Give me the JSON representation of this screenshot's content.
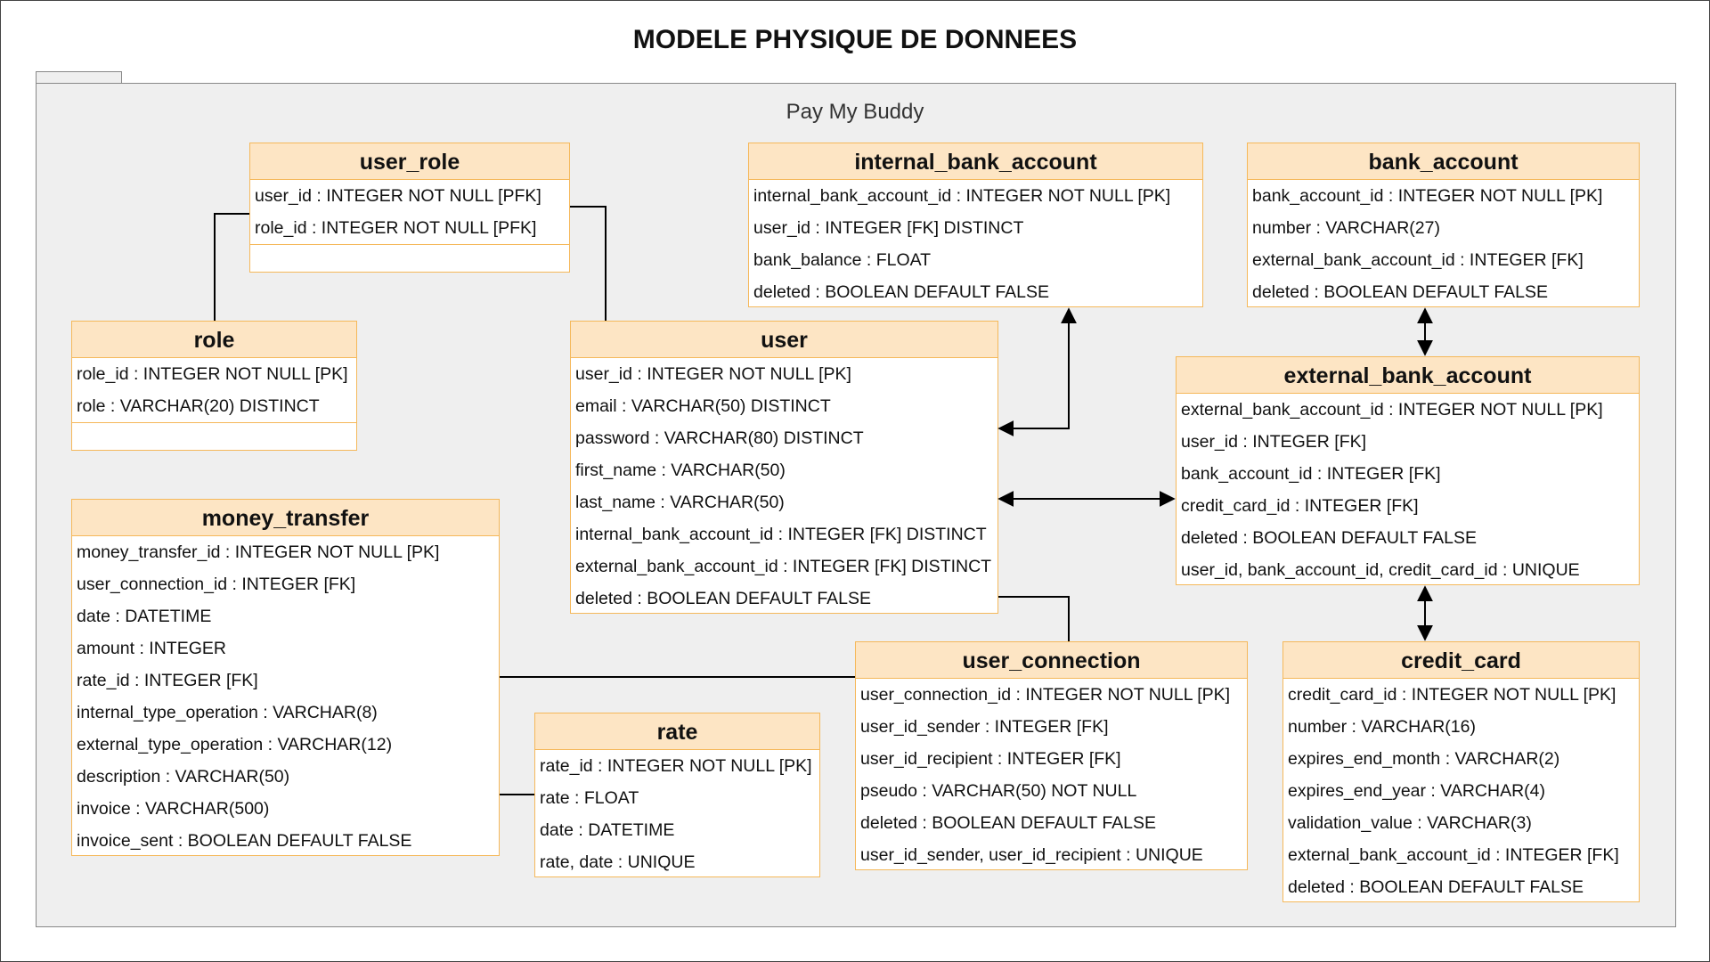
{
  "diagram": {
    "title": "MODELE PHYSIQUE DE DONNEES",
    "package_name": "Pay My Buddy",
    "tables": {
      "user_role": {
        "name": "user_role",
        "fields": [
          "user_id : INTEGER NOT NULL [PFK]",
          "role_id : INTEGER NOT NULL [PFK]"
        ]
      },
      "role": {
        "name": "role",
        "fields": [
          "role_id : INTEGER NOT NULL [PK]",
          "role : VARCHAR(20) DISTINCT"
        ]
      },
      "internal_bank_account": {
        "name": "internal_bank_account",
        "fields": [
          "internal_bank_account_id : INTEGER NOT NULL [PK]",
          "user_id : INTEGER [FK] DISTINCT",
          "bank_balance : FLOAT",
          "deleted : BOOLEAN DEFAULT FALSE"
        ]
      },
      "bank_account": {
        "name": "bank_account",
        "fields": [
          "bank_account_id : INTEGER NOT NULL [PK]",
          "number : VARCHAR(27)",
          "external_bank_account_id : INTEGER [FK]",
          "deleted : BOOLEAN DEFAULT FALSE"
        ]
      },
      "user": {
        "name": "user",
        "fields": [
          "user_id : INTEGER NOT NULL [PK]",
          "email : VARCHAR(50) DISTINCT",
          "password : VARCHAR(80) DISTINCT",
          "first_name : VARCHAR(50)",
          "last_name : VARCHAR(50)",
          "internal_bank_account_id : INTEGER [FK] DISTINCT",
          "external_bank_account_id : INTEGER [FK] DISTINCT",
          "deleted : BOOLEAN DEFAULT FALSE"
        ]
      },
      "external_bank_account": {
        "name": "external_bank_account",
        "fields": [
          "external_bank_account_id : INTEGER NOT NULL [PK]",
          "user_id : INTEGER [FK]",
          "bank_account_id : INTEGER [FK]",
          "credit_card_id : INTEGER [FK]",
          "deleted : BOOLEAN DEFAULT FALSE",
          "user_id, bank_account_id, credit_card_id : UNIQUE"
        ]
      },
      "money_transfer": {
        "name": "money_transfer",
        "fields": [
          "money_transfer_id : INTEGER NOT NULL [PK]",
          "user_connection_id : INTEGER [FK]",
          "date : DATETIME",
          "amount : INTEGER",
          "rate_id : INTEGER [FK]",
          "internal_type_operation : VARCHAR(8)",
          "external_type_operation : VARCHAR(12)",
          "description : VARCHAR(50)",
          "invoice : VARCHAR(500)",
          "invoice_sent : BOOLEAN DEFAULT FALSE"
        ]
      },
      "rate": {
        "name": "rate",
        "fields": [
          "rate_id : INTEGER NOT NULL [PK]",
          "rate : FLOAT",
          "date : DATETIME",
          "rate, date : UNIQUE"
        ]
      },
      "user_connection": {
        "name": "user_connection",
        "fields": [
          "user_connection_id : INTEGER NOT NULL [PK]",
          "user_id_sender : INTEGER [FK]",
          "user_id_recipient : INTEGER [FK]",
          "pseudo : VARCHAR(50) NOT NULL",
          "deleted : BOOLEAN DEFAULT FALSE",
          "user_id_sender, user_id_recipient : UNIQUE"
        ]
      },
      "credit_card": {
        "name": "credit_card",
        "fields": [
          "credit_card_id : INTEGER NOT NULL [PK]",
          "number : VARCHAR(16)",
          "expires_end_month : VARCHAR(2)",
          "expires_end_year : VARCHAR(4)",
          "validation_value : VARCHAR(3)",
          "external_bank_account_id : INTEGER [FK]",
          "deleted : BOOLEAN DEFAULT FALSE"
        ]
      }
    },
    "colors": {
      "header_fill": "#fde5c4",
      "border": "#f5b85a",
      "package_fill": "#efefef",
      "line": "#000000"
    }
  }
}
